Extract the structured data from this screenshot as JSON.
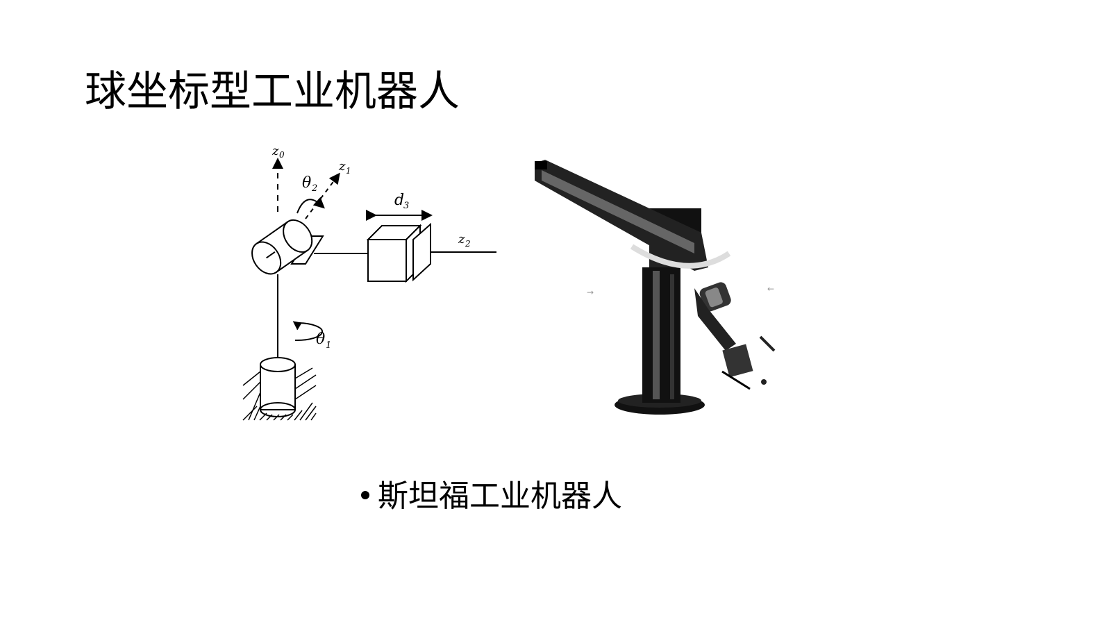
{
  "slide": {
    "title": "球坐标型工业机器人",
    "bullet_text": "斯坦福工业机器人"
  },
  "diagram": {
    "labels": {
      "z0": "z",
      "z0_sub": "0",
      "z1": "z",
      "z1_sub": "1",
      "z2": "z",
      "z2_sub": "2",
      "theta1": "θ",
      "theta1_sub": "1",
      "theta2": "θ",
      "theta2_sub": "2",
      "d3": "d",
      "d3_sub": "3"
    }
  }
}
